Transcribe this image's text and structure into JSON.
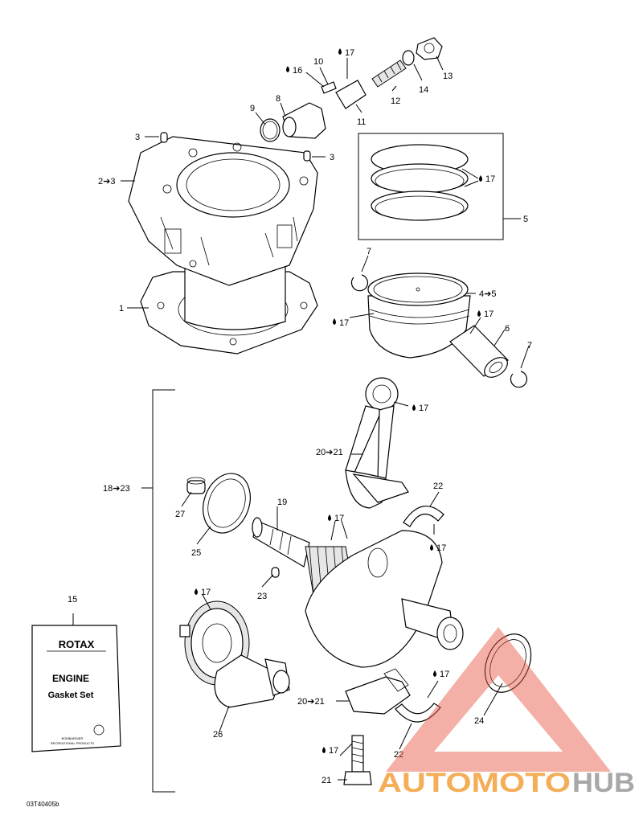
{
  "diagram_code": "03T40405b",
  "labels": {
    "l1": "1",
    "l2_3": "2➔3",
    "l3a": "3",
    "l3b": "3",
    "l4_5": "4➔5",
    "l5": "5",
    "l6": "6",
    "l7a": "7",
    "l7b": "7",
    "l8": "8",
    "l9": "9",
    "l10": "10",
    "l11": "11",
    "l12": "12",
    "l13": "13",
    "l14": "14",
    "l15": "15",
    "l16": "16",
    "l17a": "17",
    "l17b": "17",
    "l17c": "17",
    "l17d": "17",
    "l17e": "17",
    "l17f": "17",
    "l17g": "17",
    "l17h": "17",
    "l17i": "17",
    "l17j": "17",
    "l18_23": "18➔23",
    "l19": "19",
    "l20_21a": "20➔21",
    "l20_21b": "20➔21",
    "l21": "21",
    "l22a": "22",
    "l22b": "22",
    "l23": "23",
    "l24": "24",
    "l25": "25",
    "l26": "26",
    "l27": "27"
  },
  "gasket_set": {
    "brand": "ROTAX",
    "title_line1": "ENGINE",
    "title_line2": "Gasket Set",
    "footer_line1": "BOMBARDIER",
    "footer_line2": "RECREATIONAL PRODUCTS"
  },
  "watermark": {
    "word_orange": "AUTOMOTO",
    "word_gray": "HUB",
    "color_triangle": "#e8553f",
    "color_orange": "#f2a13a",
    "color_gray": "#9a9a9a"
  }
}
